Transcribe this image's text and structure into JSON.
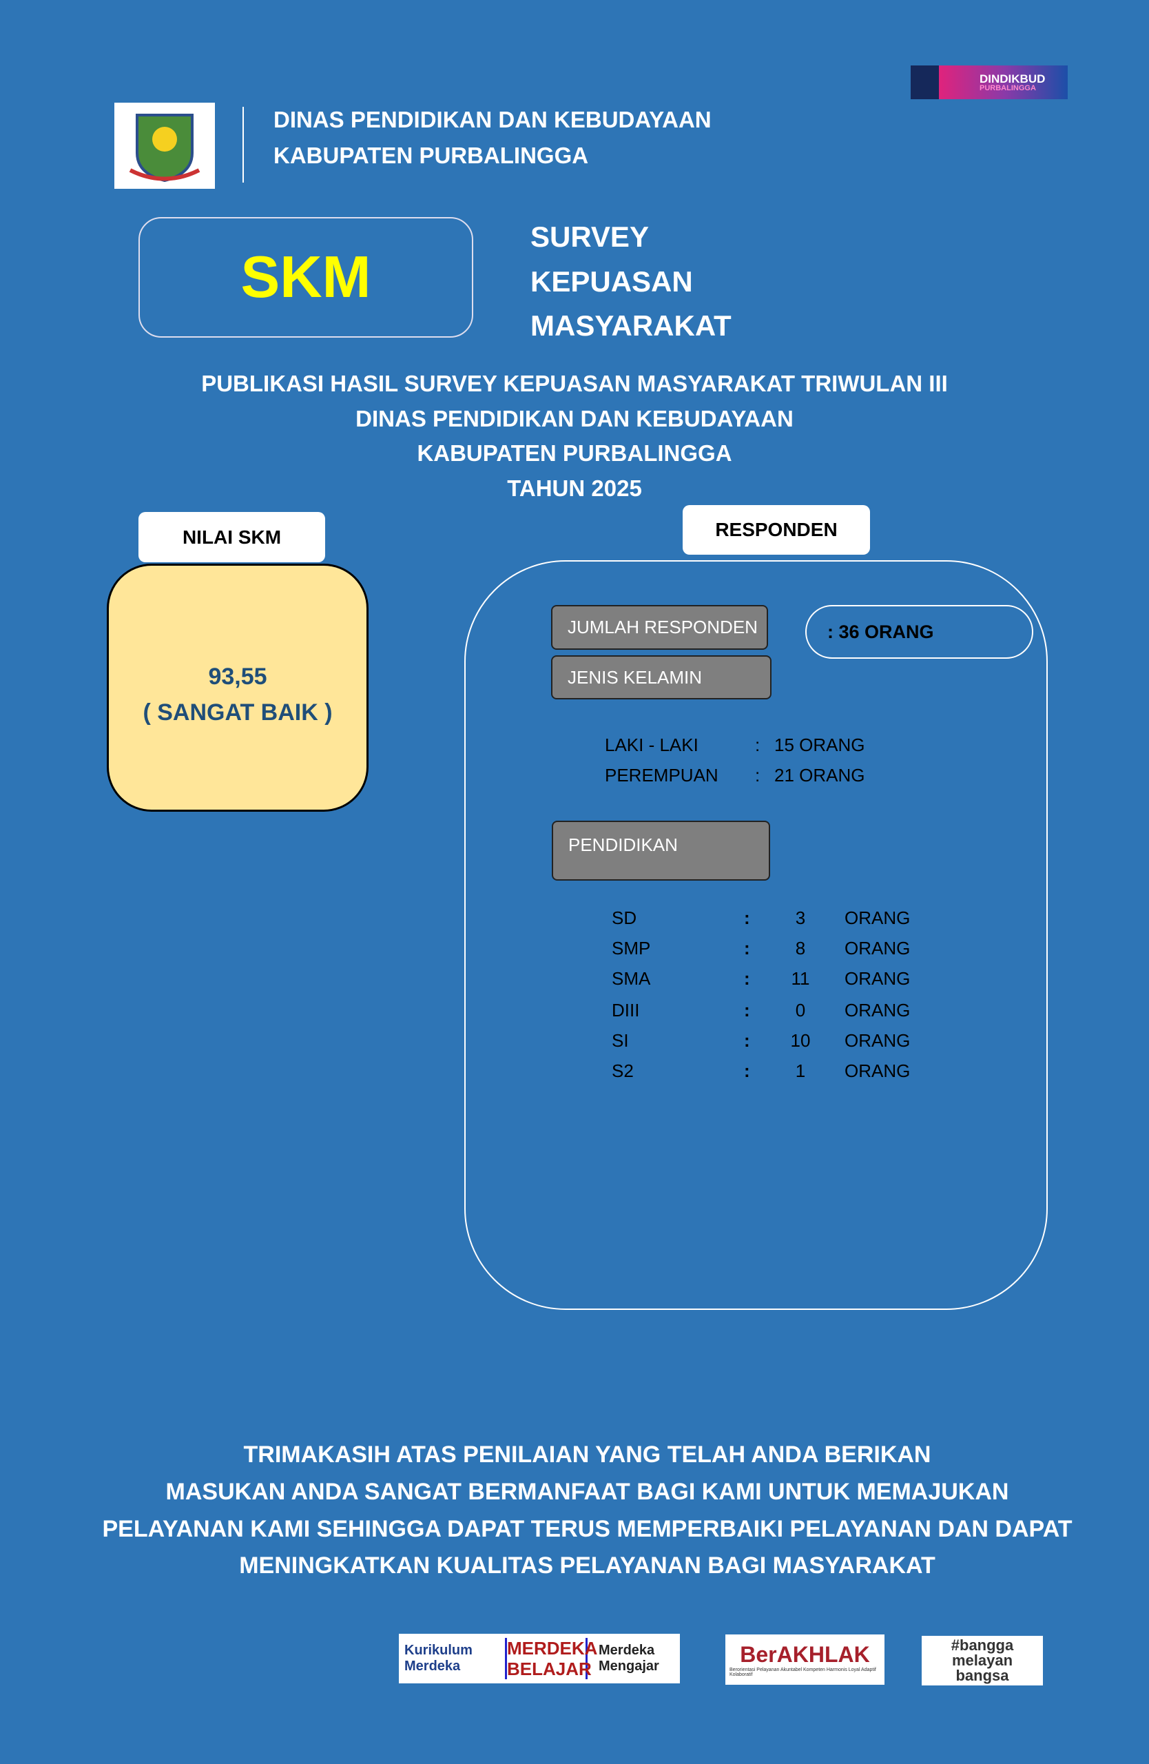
{
  "header": {
    "line1": "DINAS PENDIDIKAN DAN KEBUDAYAAN",
    "line2": "KABUPATEN PURBALINGGA",
    "badge_line1": "DINDIKBUD",
    "badge_line2": "PURBALINGGA"
  },
  "skm": {
    "acronym": "SKM",
    "title": [
      "SURVEY",
      "KEPUASAN",
      "MASYARAKAT"
    ]
  },
  "publication": [
    "PUBLIKASI HASIL SURVEY KEPUASAN MASYARAKAT TRIWULAN III",
    "DINAS PENDIDIKAN DAN KEBUDAYAAN",
    "KABUPATEN PURBALINGGA",
    "TAHUN 2025"
  ],
  "nilai": {
    "label": "NILAI  SKM",
    "value": "93,55",
    "category": "( SANGAT BAIK )"
  },
  "responden": {
    "label": "RESPONDEN",
    "jumlah_label": "JUMLAH RESPONDEN",
    "jumlah_value": ":  36 ORANG",
    "jenis_kelamin_label": "JENIS KELAMIN",
    "gender": [
      {
        "label": "LAKI - LAKI",
        "colon": ":",
        "value": "15  ORANG"
      },
      {
        "label": "PEREMPUAN",
        "colon": ":",
        "value": "21   ORANG"
      }
    ],
    "pendidikan_label": "PENDIDIKAN",
    "education": [
      {
        "level": "SD",
        "colon": ":",
        "count": "3",
        "unit": "ORANG"
      },
      {
        "level": "SMP",
        "colon": ":",
        "count": "8",
        "unit": "ORANG"
      },
      {
        "level": "SMA",
        "colon": ":",
        "count": "11",
        "unit": "ORANG"
      },
      {
        "level": "DIII",
        "colon": ":",
        "count": "0",
        "unit": "ORANG"
      },
      {
        "level": "SI",
        "colon": ":",
        "count": "10",
        "unit": "ORANG"
      },
      {
        "level": "S2",
        "colon": ":",
        "count": "1",
        "unit": "ORANG"
      }
    ]
  },
  "closing": [
    "TRIMAKASIH ATAS PENILAIAN  YANG TELAH ANDA BERIKAN",
    "MASUKAN ANDA SANGAT BERMANFAAT BAGI KAMI  UNTUK MEMAJUKAN",
    "PELAYANAN KAMI SEHINGGA DAPAT TERUS MEMPERBAIKI PELAYANAN DAN DAPAT",
    "MENINGKATKAN KUALITAS PELAYANAN BAGI MASYARAKAT"
  ],
  "footer_logos": {
    "kurikulum": "Kurikulum Merdeka",
    "merdeka_belajar": "MERDEKA BELAJAR",
    "merdeka_mengajar": "Merdeka Mengajar",
    "berakhlak": "BerAKHLAK",
    "berakhlak_sub": "Berorientasi Pelayanan Akuntabel Kompeten Harmonis Loyal Adaptif Kolaboratif",
    "bangga": "#bangga melayan bangsa"
  }
}
